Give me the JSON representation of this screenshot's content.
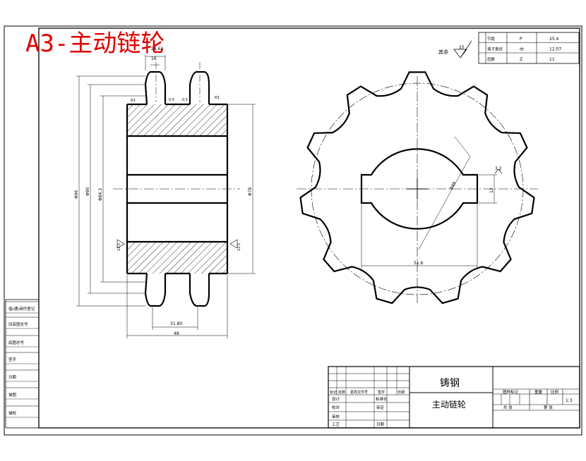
{
  "title_overlay": "A3-主动链轮",
  "param_table": [
    {
      "name": "节距",
      "symbol": "P",
      "value": "25.4"
    },
    {
      "name": "滚子直径",
      "symbol": "dr",
      "value": "12.07"
    },
    {
      "name": "齿数",
      "symbol": "Z",
      "value": "11"
    }
  ],
  "roughness_note": {
    "label": "其余",
    "value": "25"
  },
  "side_view": {
    "dims": {
      "root_width": "16",
      "pitch_width": "28.62",
      "diameter_outer": "Φ96",
      "diameter_pitch": "Φ90",
      "diameter_root": "Φ84.3",
      "diameter_hub": "Φ78",
      "groove_width": "31.80",
      "overall_width": "48",
      "chamfer_left": "R3",
      "chamfer_mid1": "0.5",
      "chamfer_mid2": "0.5",
      "chamfer_right": "R3",
      "rough_left": "12.5",
      "rough_right": "12.5"
    }
  },
  "front_view": {
    "dims": {
      "bore": "Φ48",
      "key_height": "12",
      "keyway_depth": "51.6",
      "keyway_rough": "3.2"
    }
  },
  "left_panel": [
    "借(通)用件登记",
    "旧底图总号",
    "底图总号",
    "签字",
    "日期",
    "描图",
    "描校"
  ],
  "title_block": {
    "material": "铸钢",
    "part_name": "主动链轮",
    "revision_headers": [
      "标记",
      "处数",
      "更改文件号",
      "签字",
      "日期"
    ],
    "roles": [
      "设计",
      "校对",
      "审核",
      "工艺"
    ],
    "role_labels": [
      "标准化",
      "审定",
      "日期"
    ],
    "meta_headers": [
      "图样标记",
      "重量",
      "比例"
    ],
    "scale": "1:3",
    "sheet": [
      "共 张",
      "第 张"
    ]
  }
}
